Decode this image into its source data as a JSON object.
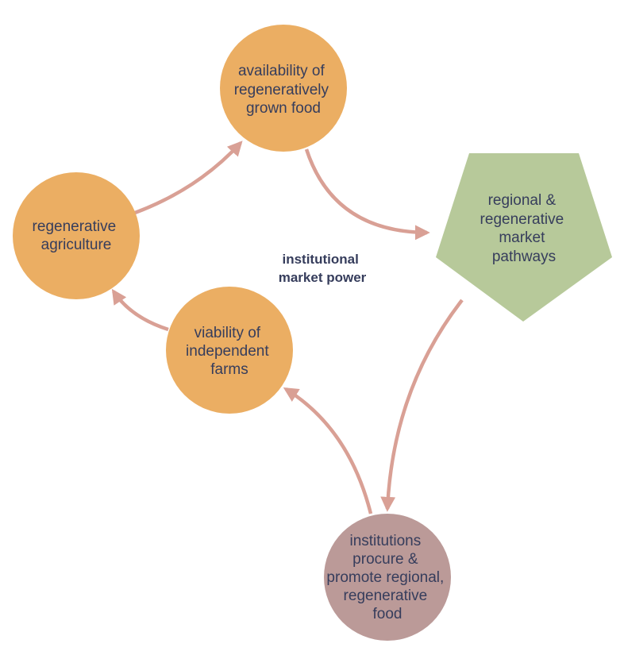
{
  "colors": {
    "circle": "#ebae63",
    "pentagon": "#b7c99a",
    "institution": "#bb9a98",
    "arrow": "#d9a095",
    "text": "#363d5c"
  },
  "center_label": [
    "institutional",
    "market power"
  ],
  "nodes": {
    "availability": [
      "availability of",
      "regeneratively",
      "grown food"
    ],
    "regenerative_agriculture": [
      "regenerative",
      "agriculture"
    ],
    "viability": [
      "viability of",
      "independent",
      "farms"
    ],
    "pathways": [
      "regional &",
      "regenerative",
      "market",
      "pathways"
    ],
    "institutions": [
      "institutions",
      "procure &",
      "promote regional,",
      "regenerative",
      "food"
    ]
  }
}
